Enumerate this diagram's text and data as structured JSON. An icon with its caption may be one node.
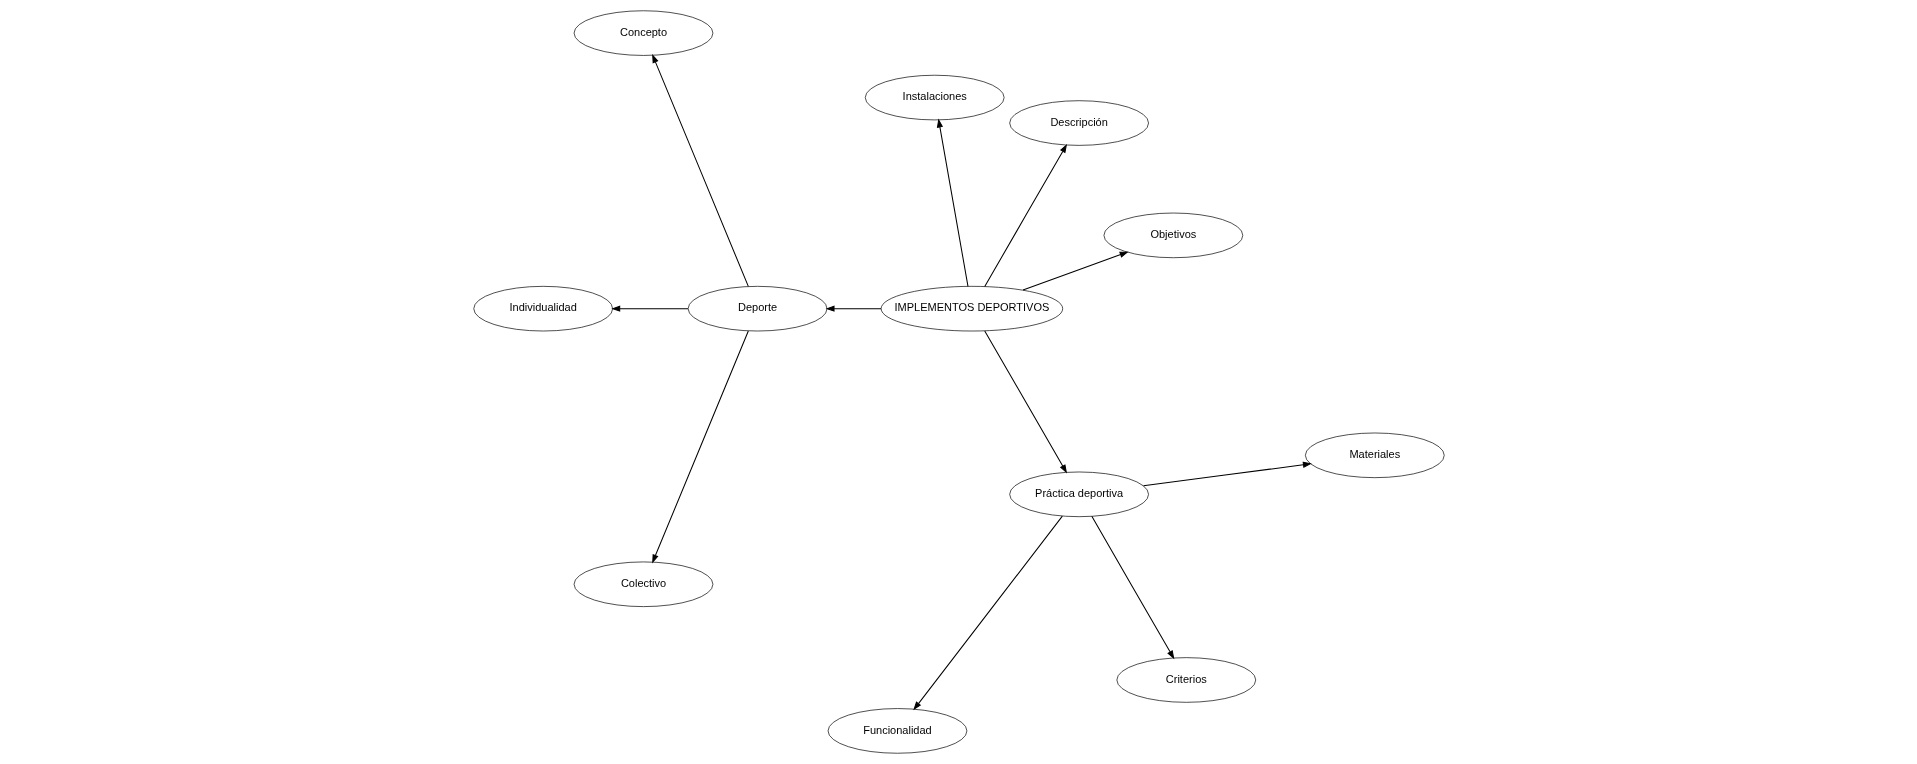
{
  "diagram": {
    "nodes": [
      {
        "text": [
          "IMPLEMENTOS DEPORTIVOS"
        ]
      },
      {
        "text": [
          "Objetivos"
        ]
      },
      {
        "text": [
          "Descripción"
        ]
      },
      {
        "text": [
          "Instalaciones"
        ]
      },
      {
        "text": [
          "Concepto"
        ]
      },
      {
        "text": [
          "Deporte"
        ]
      },
      {
        "text": [
          "Práctica deportiva"
        ]
      },
      {
        "text": [
          "Individualidad"
        ]
      },
      {
        "text": [
          "Funcionalidad"
        ]
      },
      {
        "text": [
          "Colectivo"
        ]
      },
      {
        "text": [
          "Criterios"
        ]
      },
      {
        "text": [
          "Materiales"
        ]
      }
    ],
    "edges": [
      {
        "from": 0,
        "to": 1,
        "arrow": "to"
      },
      {
        "from": 0,
        "to": 2,
        "arrow": "to"
      },
      {
        "from": 0,
        "to": 3,
        "arrow": "to"
      },
      {
        "from": 0,
        "to": 5,
        "arrow": "to"
      },
      {
        "from": 0,
        "to": 6,
        "arrow": "to"
      },
      {
        "from": 5,
        "to": 4,
        "arrow": "to"
      },
      {
        "from": 5,
        "to": 7,
        "arrow": "to"
      },
      {
        "from": 5,
        "to": 9,
        "arrow": "to"
      },
      {
        "from": 6,
        "to": 8,
        "arrow": "to"
      },
      {
        "from": 6,
        "to": 11,
        "arrow": "to"
      },
      {
        "from": 6,
        "to": 10,
        "arrow": "to"
      }
    ]
  }
}
